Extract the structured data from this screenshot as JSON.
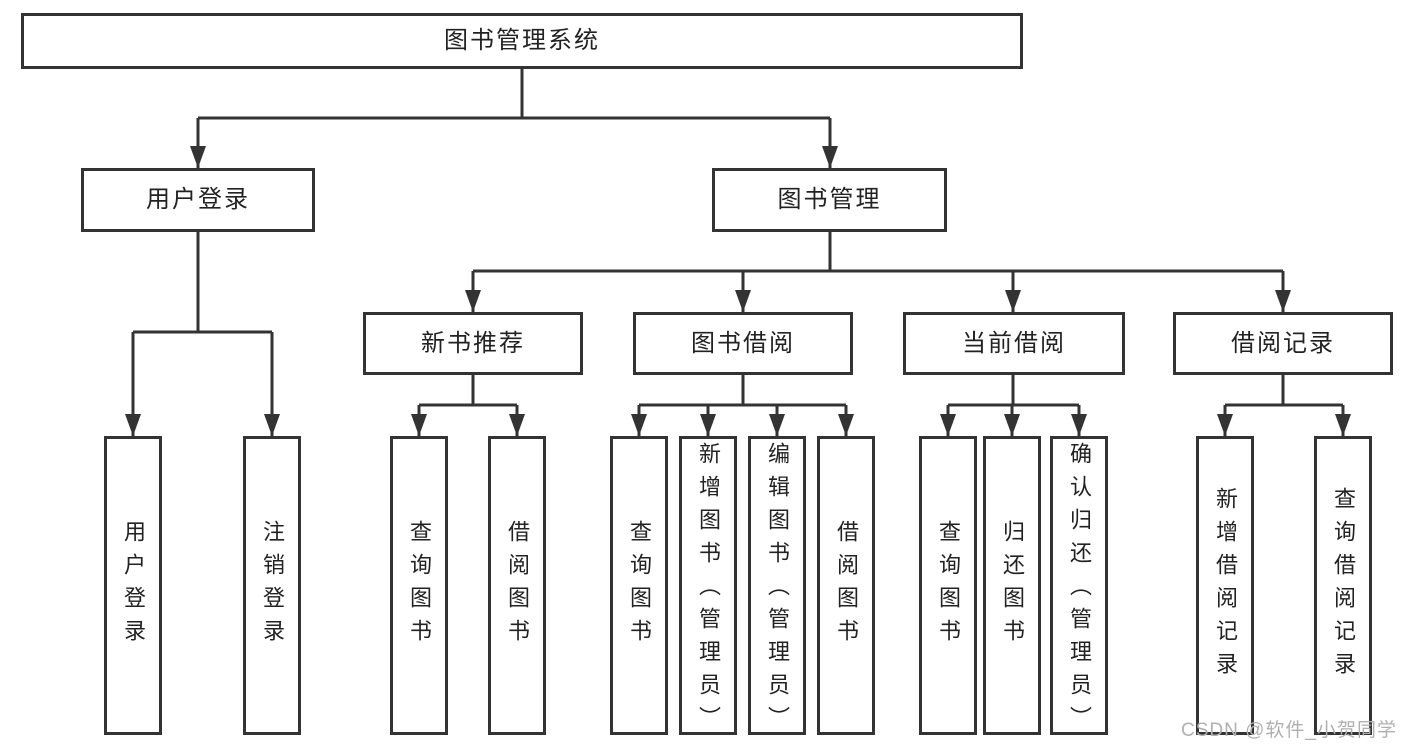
{
  "diagram_title": "图书管理系统",
  "colors": {
    "line": "#333333",
    "node_border": "#333333",
    "node_text": "#222222",
    "background": "#ffffff",
    "watermark_text": "#b0b0b0"
  },
  "tree": {
    "label": "图书管理系统",
    "children": [
      {
        "label": "用户登录",
        "children": [
          {
            "label": "用户登录"
          },
          {
            "label": "注销登录"
          }
        ]
      },
      {
        "label": "图书管理",
        "children": [
          {
            "label": "新书推荐",
            "children": [
              {
                "label": "查询图书"
              },
              {
                "label": "借阅图书"
              }
            ]
          },
          {
            "label": "图书借阅",
            "children": [
              {
                "label": "查询图书"
              },
              {
                "label": "新增图书（管理员）"
              },
              {
                "label": "编辑图书（管理员）"
              },
              {
                "label": "借阅图书"
              }
            ]
          },
          {
            "label": "当前借阅",
            "children": [
              {
                "label": "查询图书"
              },
              {
                "label": "归还图书"
              },
              {
                "label": "确认归还（管理员）"
              }
            ]
          },
          {
            "label": "借阅记录",
            "children": [
              {
                "label": "新增借阅记录"
              },
              {
                "label": "查询借阅记录"
              }
            ]
          }
        ]
      }
    ]
  },
  "watermark": {
    "text": "CSDN @软件_小贺同学"
  }
}
